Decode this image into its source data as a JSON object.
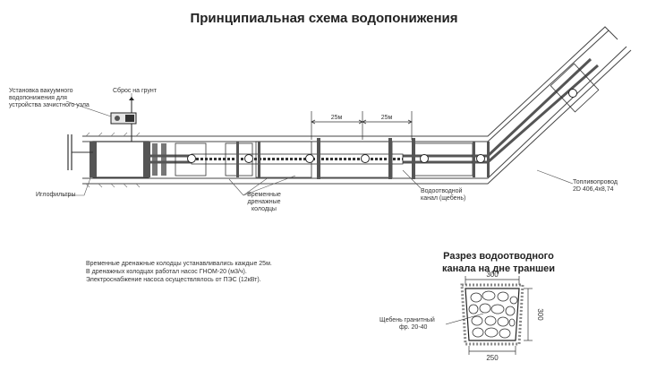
{
  "title": "Принципиальная схема водопонижения",
  "labels": {
    "vacuum_unit": [
      "Установка вакуумного",
      "водопонижения для",
      "устройства зачистного узла"
    ],
    "discharge": "Сброс на грунт",
    "wellpoints": "Иглофильтры",
    "temp_wells": [
      "Временные",
      "дренажные",
      "колодцы"
    ],
    "drain_channel": [
      "Водоотводной",
      "канал (щебень)"
    ],
    "pipeline": [
      "Топливопровод",
      "2D 406,4х8,74"
    ],
    "dim_25a": "25м",
    "dim_25b": "25м"
  },
  "notes": [
    "Временные дренажные колодцы устанавливались каждые 25м.",
    "В дренажных колодцах работал насос ГНОМ-20 (м3/ч).",
    "Электроснабжение насоса осуществлялось от ПЭС (12кВт)."
  ],
  "section": {
    "title": [
      "Разрез водоотводного",
      "канала на дне траншеи"
    ],
    "dim_top": "300",
    "dim_side": "300",
    "dim_bottom": "250",
    "gravel": [
      "Щебень гранитный",
      "фр. 20-40"
    ]
  }
}
